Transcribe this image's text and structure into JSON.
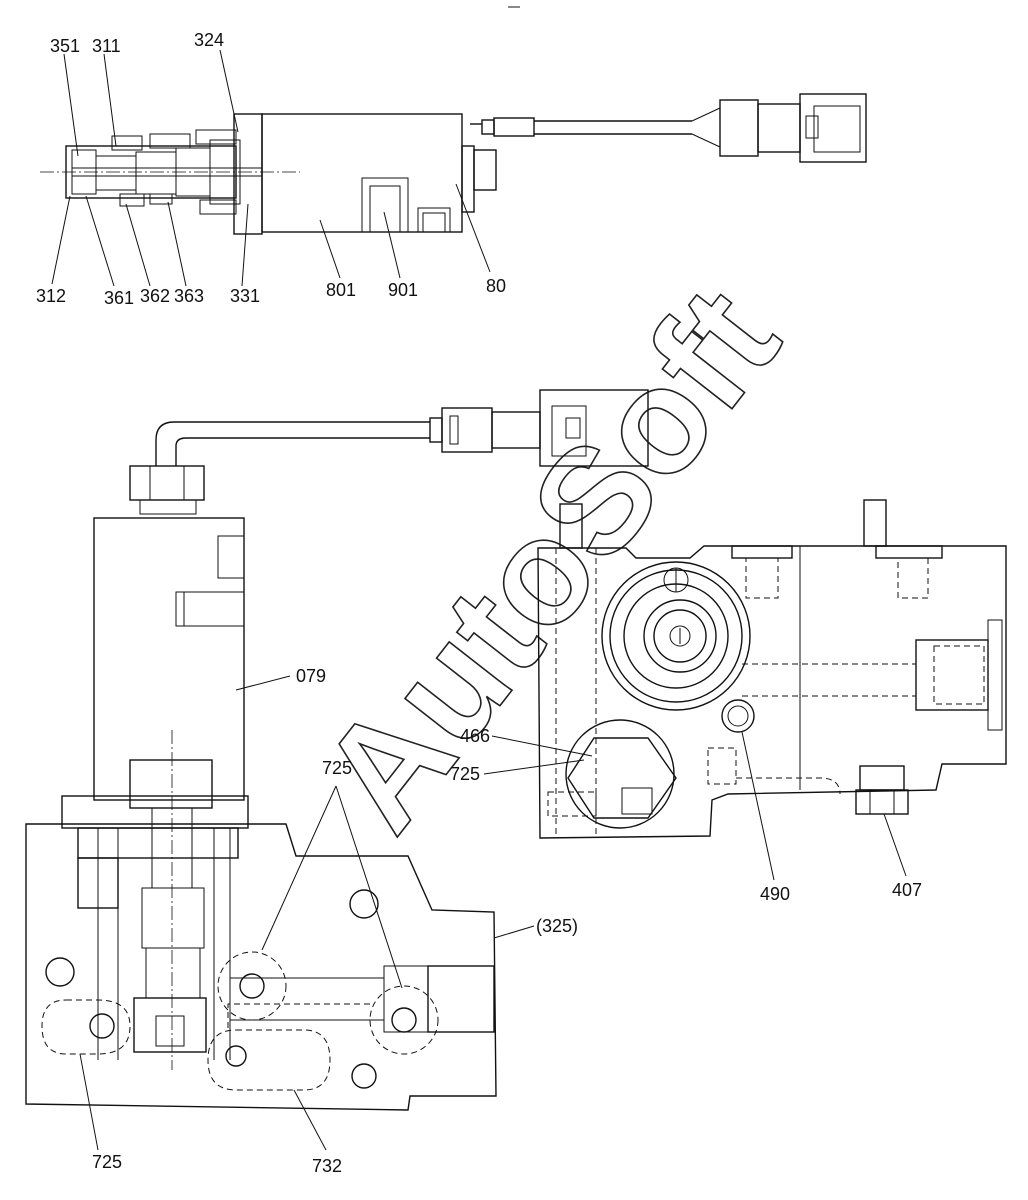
{
  "watermark": "AutoSoft",
  "top_view": {
    "callouts": [
      "351",
      "311",
      "324",
      "312",
      "361",
      "362",
      "363",
      "331",
      "801",
      "901",
      "80"
    ]
  },
  "front_view": {
    "callouts": [
      "079",
      "725",
      "725",
      "732"
    ]
  },
  "side_view": {
    "callouts": [
      "466",
      "725",
      "490",
      "407",
      "(325)"
    ]
  }
}
